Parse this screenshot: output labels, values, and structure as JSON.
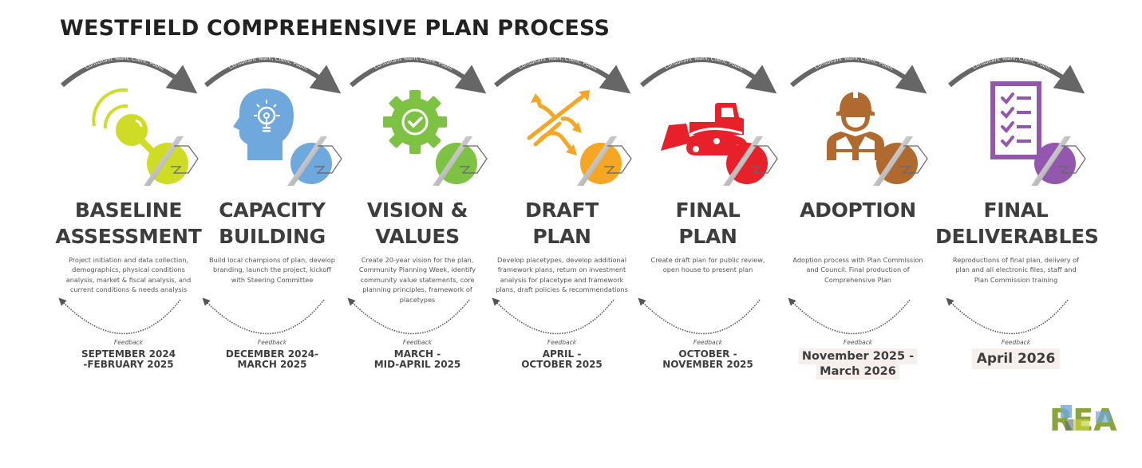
{
  "title": "WESTFIELD COMPREHENSIVE PLAN PROCESS",
  "arc_label": "Consultant Team, Client, Public",
  "feedback_label": "Feedback",
  "steps": [
    {
      "title_line1": "BASELINE",
      "title_line2": "ASSESSMENT",
      "icon": "search-signal-icon",
      "color": "#cfdc26",
      "description": "Project initiation and data collection, demographics, physical conditions analysis, market & fiscal analysis, and current conditions & needs analysis",
      "date_line1": "SEPTEMBER 2024",
      "date_line2": "-FEBRUARY 2025",
      "highlight": false
    },
    {
      "title_line1": "CAPACITY",
      "title_line2": "BUILDING",
      "icon": "head-lightbulb-icon",
      "color": "#6fa8dc",
      "description": "Build local champions of plan, develop branding, launch the project, kickoff with Steering Committee",
      "date_line1": "DECEMBER 2024-",
      "date_line2": "MARCH 2025",
      "highlight": false
    },
    {
      "title_line1": "VISION &",
      "title_line2": "VALUES",
      "icon": "gear-check-icon",
      "color": "#7dc242",
      "description": "Create 20-year vision for the plan, Community Planning Week, identify community value statements, core planning principles, framework of placetypes",
      "date_line1": "MARCH -",
      "date_line2": "MID-APRIL 2025",
      "highlight": false
    },
    {
      "title_line1": "DRAFT",
      "title_line2": "PLAN",
      "icon": "diverging-arrows-icon",
      "color": "#f5a623",
      "description": "Develop placetypes, develop additional framework plans, return on investment analysis for placetype and framework plans, draft policies & recommendations",
      "date_line1": "APRIL -",
      "date_line2": "OCTOBER 2025",
      "highlight": false
    },
    {
      "title_line1": "FINAL",
      "title_line2": "PLAN",
      "icon": "bulldozer-icon",
      "color": "#e8202a",
      "description": "Create draft plan for public review, open house to present plan",
      "date_line1": "OCTOBER -",
      "date_line2": "NOVEMBER 2025",
      "highlight": false
    },
    {
      "title_line1": "ADOPTION",
      "title_line2": "",
      "icon": "construction-worker-icon",
      "color": "#b06a2f",
      "description": "Adoption process with Plan Commission and Council. Final production of Comprehensive Plan",
      "date_line1": "November 2025 -",
      "date_line2": "March 2026",
      "highlight": true
    },
    {
      "title_line1": "FINAL",
      "title_line2": "DELIVERABLES",
      "icon": "checklist-icon",
      "color": "#9457b0",
      "description": "Reproductions of final plan, delivery of plan and all electronic files, staff and Plan Commission training",
      "date_line1": "April  2026",
      "date_line2": "",
      "highlight": true
    }
  ],
  "logo": {
    "text": "REA",
    "colors": [
      "#8aa63a",
      "#6fa8dc",
      "#c7d33a",
      "#5b6b7a"
    ]
  }
}
